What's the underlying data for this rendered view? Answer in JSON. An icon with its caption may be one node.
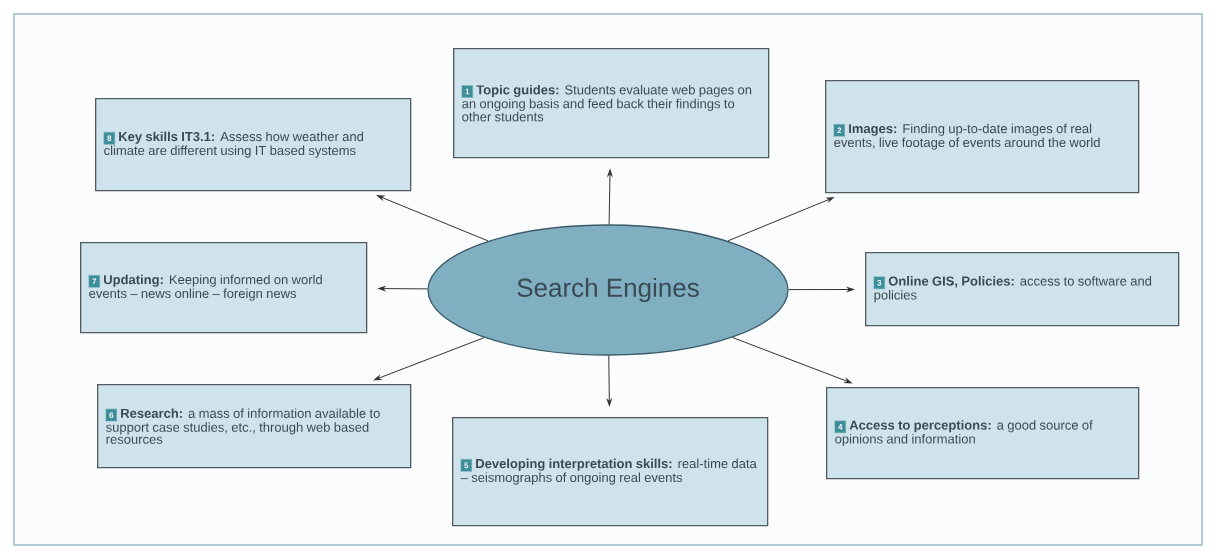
{
  "diagram": {
    "nodes": [
      {
        "text": [
          "Search Engines"
        ]
      },
      {
        "text": [
          "1",
          "**Topic guides:** Students evaluate web pages on an ongoing basis and feed back their findings to other students"
        ]
      },
      {
        "text": [
          "2",
          "**Images:** Finding up-to-date images of real events, live footage of events around the world"
        ]
      },
      {
        "text": [
          "3",
          "**Online GIS, Policies:** access to software and policies"
        ]
      },
      {
        "text": [
          "4",
          "**Access to perceptions:** a good source of opinions and information"
        ]
      },
      {
        "text": [
          "5",
          "**Developing interpretation skills:** real-time data – seismographs of ongoing real events"
        ]
      },
      {
        "text": [
          "6",
          "**Research:** a mass of information available to support case studies, etc., through web based resources"
        ]
      },
      {
        "text": [
          "7",
          "**Updating:** Keeping informed on world events – news online – foreign news"
        ]
      },
      {
        "text": [
          "8",
          "**Key skills IT3.1:** Assess how weather and climate are different using IT based systems"
        ]
      }
    ],
    "edges": [
      {
        "from": 0,
        "to": 1,
        "arrow": "to"
      },
      {
        "from": 0,
        "to": 2,
        "arrow": "to"
      },
      {
        "from": 0,
        "to": 3,
        "arrow": "to"
      },
      {
        "from": 0,
        "to": 4,
        "arrow": "to"
      },
      {
        "from": 0,
        "to": 5,
        "arrow": "to"
      },
      {
        "from": 0,
        "to": 6,
        "arrow": "to"
      },
      {
        "from": 0,
        "to": 7,
        "arrow": "to"
      },
      {
        "from": 0,
        "to": 8,
        "arrow": "to"
      }
    ]
  }
}
